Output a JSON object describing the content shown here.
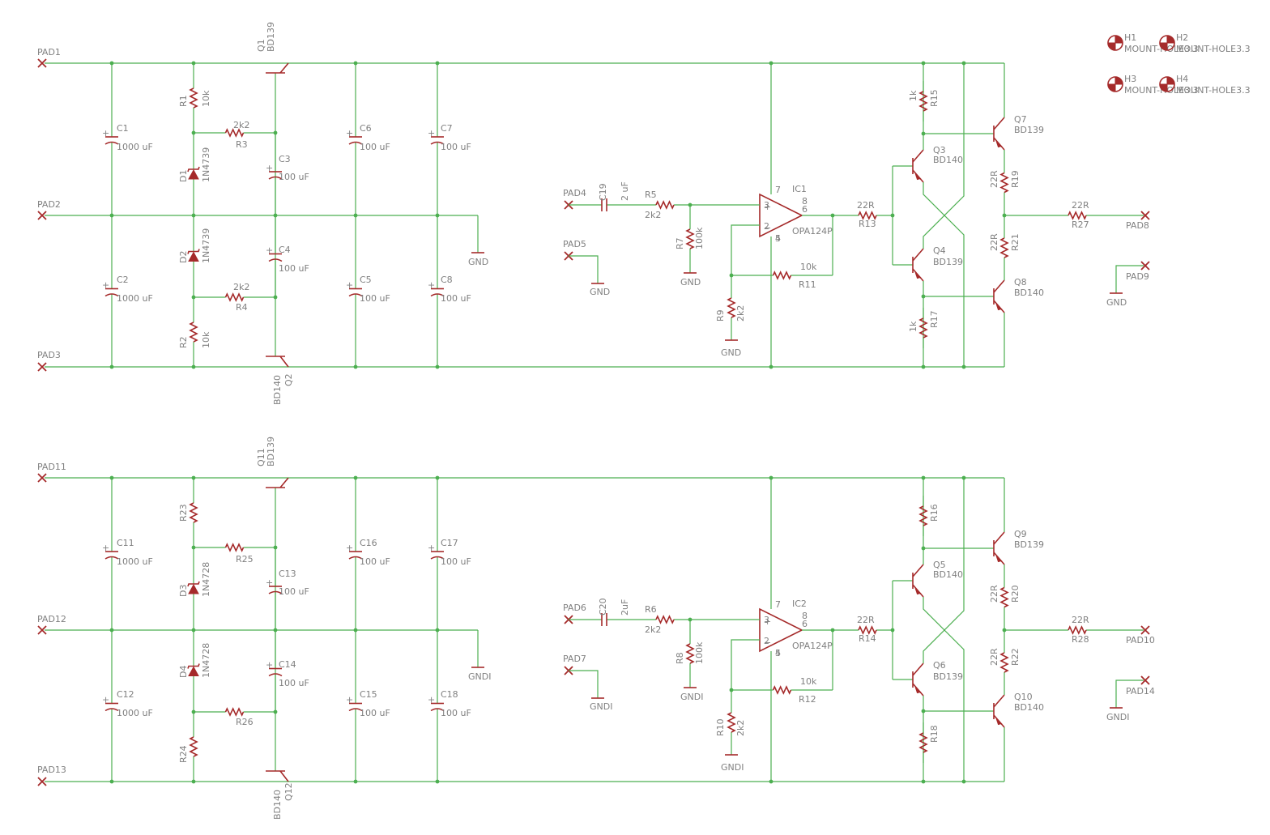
{
  "colors": {
    "wire": "#4caf50",
    "symbol": "#a52a2a",
    "label": "#808080",
    "background": "#ffffff"
  },
  "channels": [
    {
      "pads": [
        "PAD1",
        "PAD2",
        "PAD3",
        "PAD4",
        "PAD5",
        "PAD8",
        "PAD9"
      ],
      "caps": [
        {
          "name": "C1",
          "value": "1000 uF"
        },
        {
          "name": "C2",
          "value": "1000 uF"
        },
        {
          "name": "C3",
          "value": "100 uF"
        },
        {
          "name": "C4",
          "value": "100 uF"
        },
        {
          "name": "C5",
          "value": "100 uF"
        },
        {
          "name": "C6",
          "value": "100 uF"
        },
        {
          "name": "C7",
          "value": "100 uF"
        },
        {
          "name": "C8",
          "value": "100 uF"
        }
      ],
      "r_bias": [
        {
          "name": "R1",
          "value": "10k"
        },
        {
          "name": "R2",
          "value": "10k"
        }
      ],
      "r_zen": [
        {
          "name": "R3",
          "value": "2k2"
        },
        {
          "name": "R4",
          "value": "2k2"
        }
      ],
      "zeners": [
        {
          "name": "D1",
          "value": "1N4739"
        },
        {
          "name": "D2",
          "value": "1N4739"
        }
      ],
      "q_top": {
        "name": "Q1",
        "value": "BD139"
      },
      "q_bot": {
        "name": "Q2",
        "value": "BD140"
      },
      "c_in": {
        "name": "C19",
        "value": "2 uF"
      },
      "r_in": {
        "name": "R5",
        "value": "2k2"
      },
      "r_gnd": {
        "name": "R7",
        "value": "100k"
      },
      "r_fb_gnd": {
        "name": "R9",
        "value": "2k2"
      },
      "r_fb": {
        "name": "R11",
        "value": "10k"
      },
      "opamp": {
        "name": "IC1",
        "value": "OPA124P"
      },
      "r_out": {
        "name": "R13",
        "value": "22R"
      },
      "r_up": {
        "name": "R15",
        "value": "1k"
      },
      "r_dn": {
        "name": "R17",
        "value": "1k"
      },
      "q_drv_top": {
        "name": "Q3",
        "value": "BD140"
      },
      "q_drv_bot": {
        "name": "Q4",
        "value": "BD139"
      },
      "q_out_top": {
        "name": "Q7",
        "value": "BD139"
      },
      "q_out_bot": {
        "name": "Q8",
        "value": "BD140"
      },
      "r_emit_top": {
        "name": "R19",
        "value": "22R"
      },
      "r_emit_bot": {
        "name": "R21",
        "value": "22R"
      },
      "r_final": {
        "name": "R27",
        "value": "22R"
      },
      "gnd": "GND"
    },
    {
      "pads": [
        "PAD11",
        "PAD12",
        "PAD13",
        "PAD6",
        "PAD7",
        "PAD10",
        "PAD14"
      ],
      "caps": [
        {
          "name": "C11",
          "value": "1000 uF"
        },
        {
          "name": "C12",
          "value": "1000 uF"
        },
        {
          "name": "C13",
          "value": "100 uF"
        },
        {
          "name": "C14",
          "value": "100 uF"
        },
        {
          "name": "C15",
          "value": "100 uF"
        },
        {
          "name": "C16",
          "value": "100 uF"
        },
        {
          "name": "C17",
          "value": "100 uF"
        },
        {
          "name": "C18",
          "value": "100 uF"
        }
      ],
      "r_bias": [
        {
          "name": "R23",
          "value": ""
        },
        {
          "name": "R24",
          "value": ""
        }
      ],
      "r_zen": [
        {
          "name": "R25",
          "value": ""
        },
        {
          "name": "R26",
          "value": ""
        }
      ],
      "zeners": [
        {
          "name": "D3",
          "value": "1N4728"
        },
        {
          "name": "D4",
          "value": "1N4728"
        }
      ],
      "q_top": {
        "name": "Q11",
        "value": "BD139"
      },
      "q_bot": {
        "name": "Q12",
        "value": "BD140"
      },
      "c_in": {
        "name": "C20",
        "value": "2uF"
      },
      "r_in": {
        "name": "R6",
        "value": "2k2"
      },
      "r_gnd": {
        "name": "R8",
        "value": "100k"
      },
      "r_fb_gnd": {
        "name": "R10",
        "value": "2k2"
      },
      "r_fb": {
        "name": "R12",
        "value": "10k"
      },
      "opamp": {
        "name": "IC2",
        "value": "OPA124P"
      },
      "r_out": {
        "name": "R14",
        "value": "22R"
      },
      "r_up": {
        "name": "R16",
        "value": ""
      },
      "r_dn": {
        "name": "R18",
        "value": ""
      },
      "q_drv_top": {
        "name": "Q5",
        "value": "BD140"
      },
      "q_drv_bot": {
        "name": "Q6",
        "value": "BD139"
      },
      "q_out_top": {
        "name": "Q9",
        "value": "BD139"
      },
      "q_out_bot": {
        "name": "Q10",
        "value": "BD140"
      },
      "r_emit_top": {
        "name": "R20",
        "value": "22R"
      },
      "r_emit_bot": {
        "name": "R22",
        "value": "22R"
      },
      "r_final": {
        "name": "R28",
        "value": "22R"
      },
      "gnd": "GNDI"
    }
  ],
  "pins": {
    "p7": "7",
    "p3": "3",
    "p2": "2",
    "p4": "4",
    "p8": "8",
    "p6": "6",
    "p5": "5"
  },
  "mount_holes": [
    {
      "name": "H1",
      "value": "MOUNT-HOLE3.3"
    },
    {
      "name": "H2",
      "value": "MOUNT-HOLE3.3"
    },
    {
      "name": "H3",
      "value": "MOUNT-HOLE3.3"
    },
    {
      "name": "H4",
      "value": "MOUNT-HOLE3.3"
    }
  ]
}
